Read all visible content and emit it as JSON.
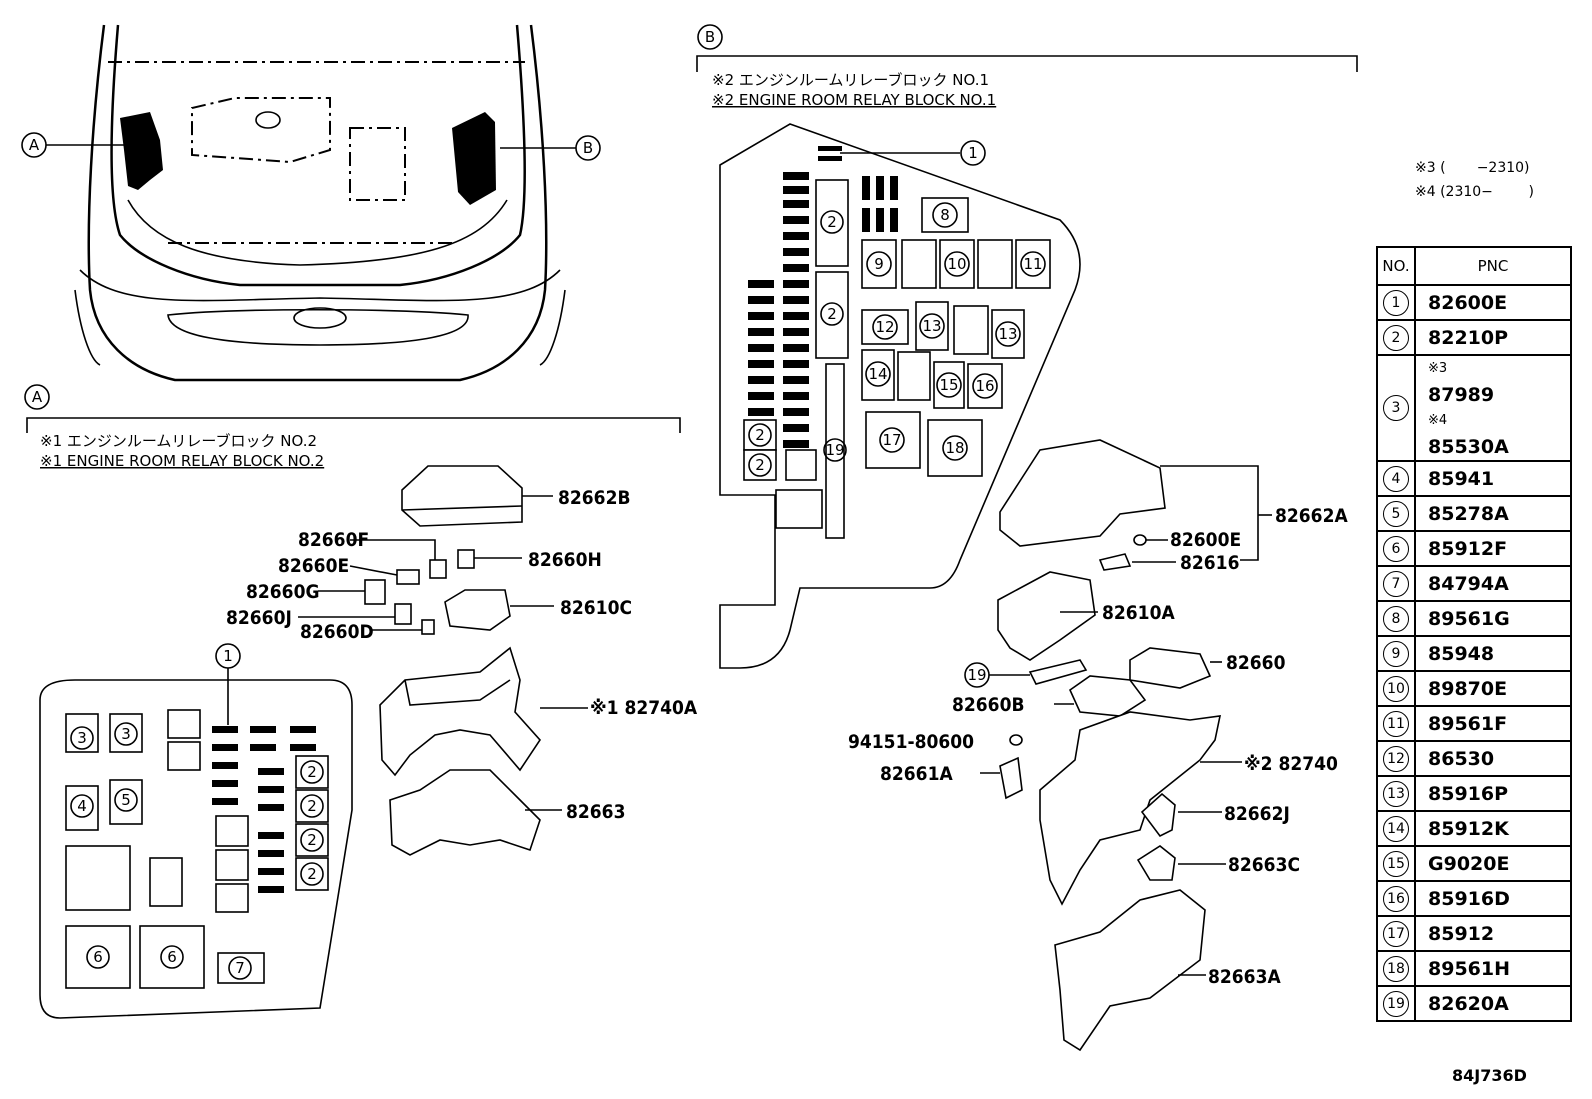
{
  "overview": {
    "label_a": "A",
    "label_b": "B"
  },
  "block_a": {
    "tag": "A",
    "title_jp": "※1 エンジンルームリレーブロック NO.2",
    "title_en": "※1 ENGINE ROOM RELAY BLOCK NO.2",
    "callouts": {
      "p1": "82662B",
      "p2": "82660F",
      "p3": "82660E",
      "p4": "82660H",
      "p5": "82660G",
      "p6": "82660J",
      "p7": "82610C",
      "p8": "82660D",
      "p9": "※1 82740A",
      "p10": "82663"
    },
    "layout_labels": [
      "1",
      "3",
      "3",
      "4",
      "5",
      "6",
      "6",
      "7",
      "2",
      "2",
      "2",
      "2"
    ]
  },
  "block_b": {
    "tag": "B",
    "title_jp": "※2 エンジンルームリレーブロック NO.1",
    "title_en": "※2 ENGINE ROOM RELAY BLOCK NO.1",
    "callouts": {
      "p1": "82600E",
      "p2": "82616",
      "p3": "82662A",
      "p4": "82610A",
      "p5": "82660",
      "p6": "82660B",
      "p7": "94151-80600",
      "p8": "82661A",
      "p9": "※2 82740",
      "p10": "82662J",
      "p11": "82663C",
      "p12": "82663A",
      "p13": "19"
    },
    "layout_labels": [
      "1",
      "2",
      "2",
      "8",
      "9",
      "10",
      "11",
      "12",
      "13",
      "13",
      "14",
      "15",
      "16",
      "17",
      "18",
      "19",
      "2",
      "2"
    ]
  },
  "notes": {
    "n3": "※3 (       −2310)",
    "n4": "※4 (2310−        )"
  },
  "table": {
    "header_no": "NO.",
    "header_pnc": "PNC",
    "rows": [
      {
        "no": "1",
        "pnc": "82600E"
      },
      {
        "no": "2",
        "pnc": "82210P"
      },
      {
        "no": "3",
        "pnc_a_tag": "※3",
        "pnc_a": "87989",
        "pnc_b_tag": "※4",
        "pnc_b": "85530A"
      },
      {
        "no": "4",
        "pnc": "85941"
      },
      {
        "no": "5",
        "pnc": "85278A"
      },
      {
        "no": "6",
        "pnc": "85912F"
      },
      {
        "no": "7",
        "pnc": "84794A"
      },
      {
        "no": "8",
        "pnc": "89561G"
      },
      {
        "no": "9",
        "pnc": "85948"
      },
      {
        "no": "10",
        "pnc": "89870E"
      },
      {
        "no": "11",
        "pnc": "89561F"
      },
      {
        "no": "12",
        "pnc": "86530"
      },
      {
        "no": "13",
        "pnc": "85916P"
      },
      {
        "no": "14",
        "pnc": "85912K"
      },
      {
        "no": "15",
        "pnc": "G9020E"
      },
      {
        "no": "16",
        "pnc": "85916D"
      },
      {
        "no": "17",
        "pnc": "85912"
      },
      {
        "no": "18",
        "pnc": "89561H"
      },
      {
        "no": "19",
        "pnc": "82620A"
      }
    ]
  },
  "diagram_code": "84J736D"
}
